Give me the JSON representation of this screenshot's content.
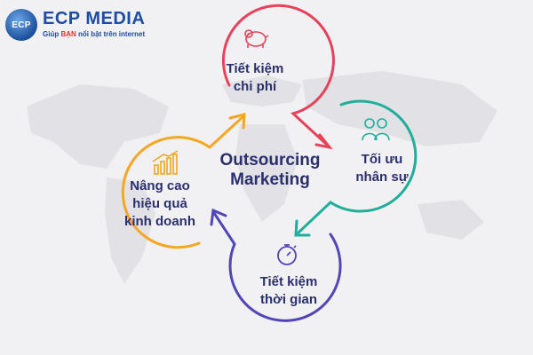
{
  "logo": {
    "badge": "ECP",
    "title": "ECP MEDIA",
    "tagline_before": "Giúp ",
    "tagline_highlight": "BẠN",
    "tagline_after": " nổi bật trên internet"
  },
  "center": {
    "line1": "Outsourcing",
    "line2": "Marketing"
  },
  "nodes": [
    {
      "id": "top",
      "line1": "Tiết kiệm",
      "line2": "chi phí",
      "icon": "piggy-bank-icon",
      "color": "#e8415a"
    },
    {
      "id": "right",
      "line1": "Tối ưu",
      "line2": "nhân sự",
      "icon": "team-people-icon",
      "color": "#1fae9a"
    },
    {
      "id": "bottom",
      "line1": "Tiết kiệm",
      "line2": "thời gian",
      "icon": "stopwatch-icon",
      "color": "#5146b9"
    },
    {
      "id": "left",
      "line1": "Nâng cao",
      "line2": "hiệu quả",
      "line3": "kinh doanh",
      "icon": "growth-chart-icon",
      "color": "#f5a623"
    }
  ],
  "colors": {
    "background": "#f1f1f3",
    "text": "#2b2f6e",
    "brand": "#1e4da1",
    "brand_accent": "#e0312f"
  }
}
